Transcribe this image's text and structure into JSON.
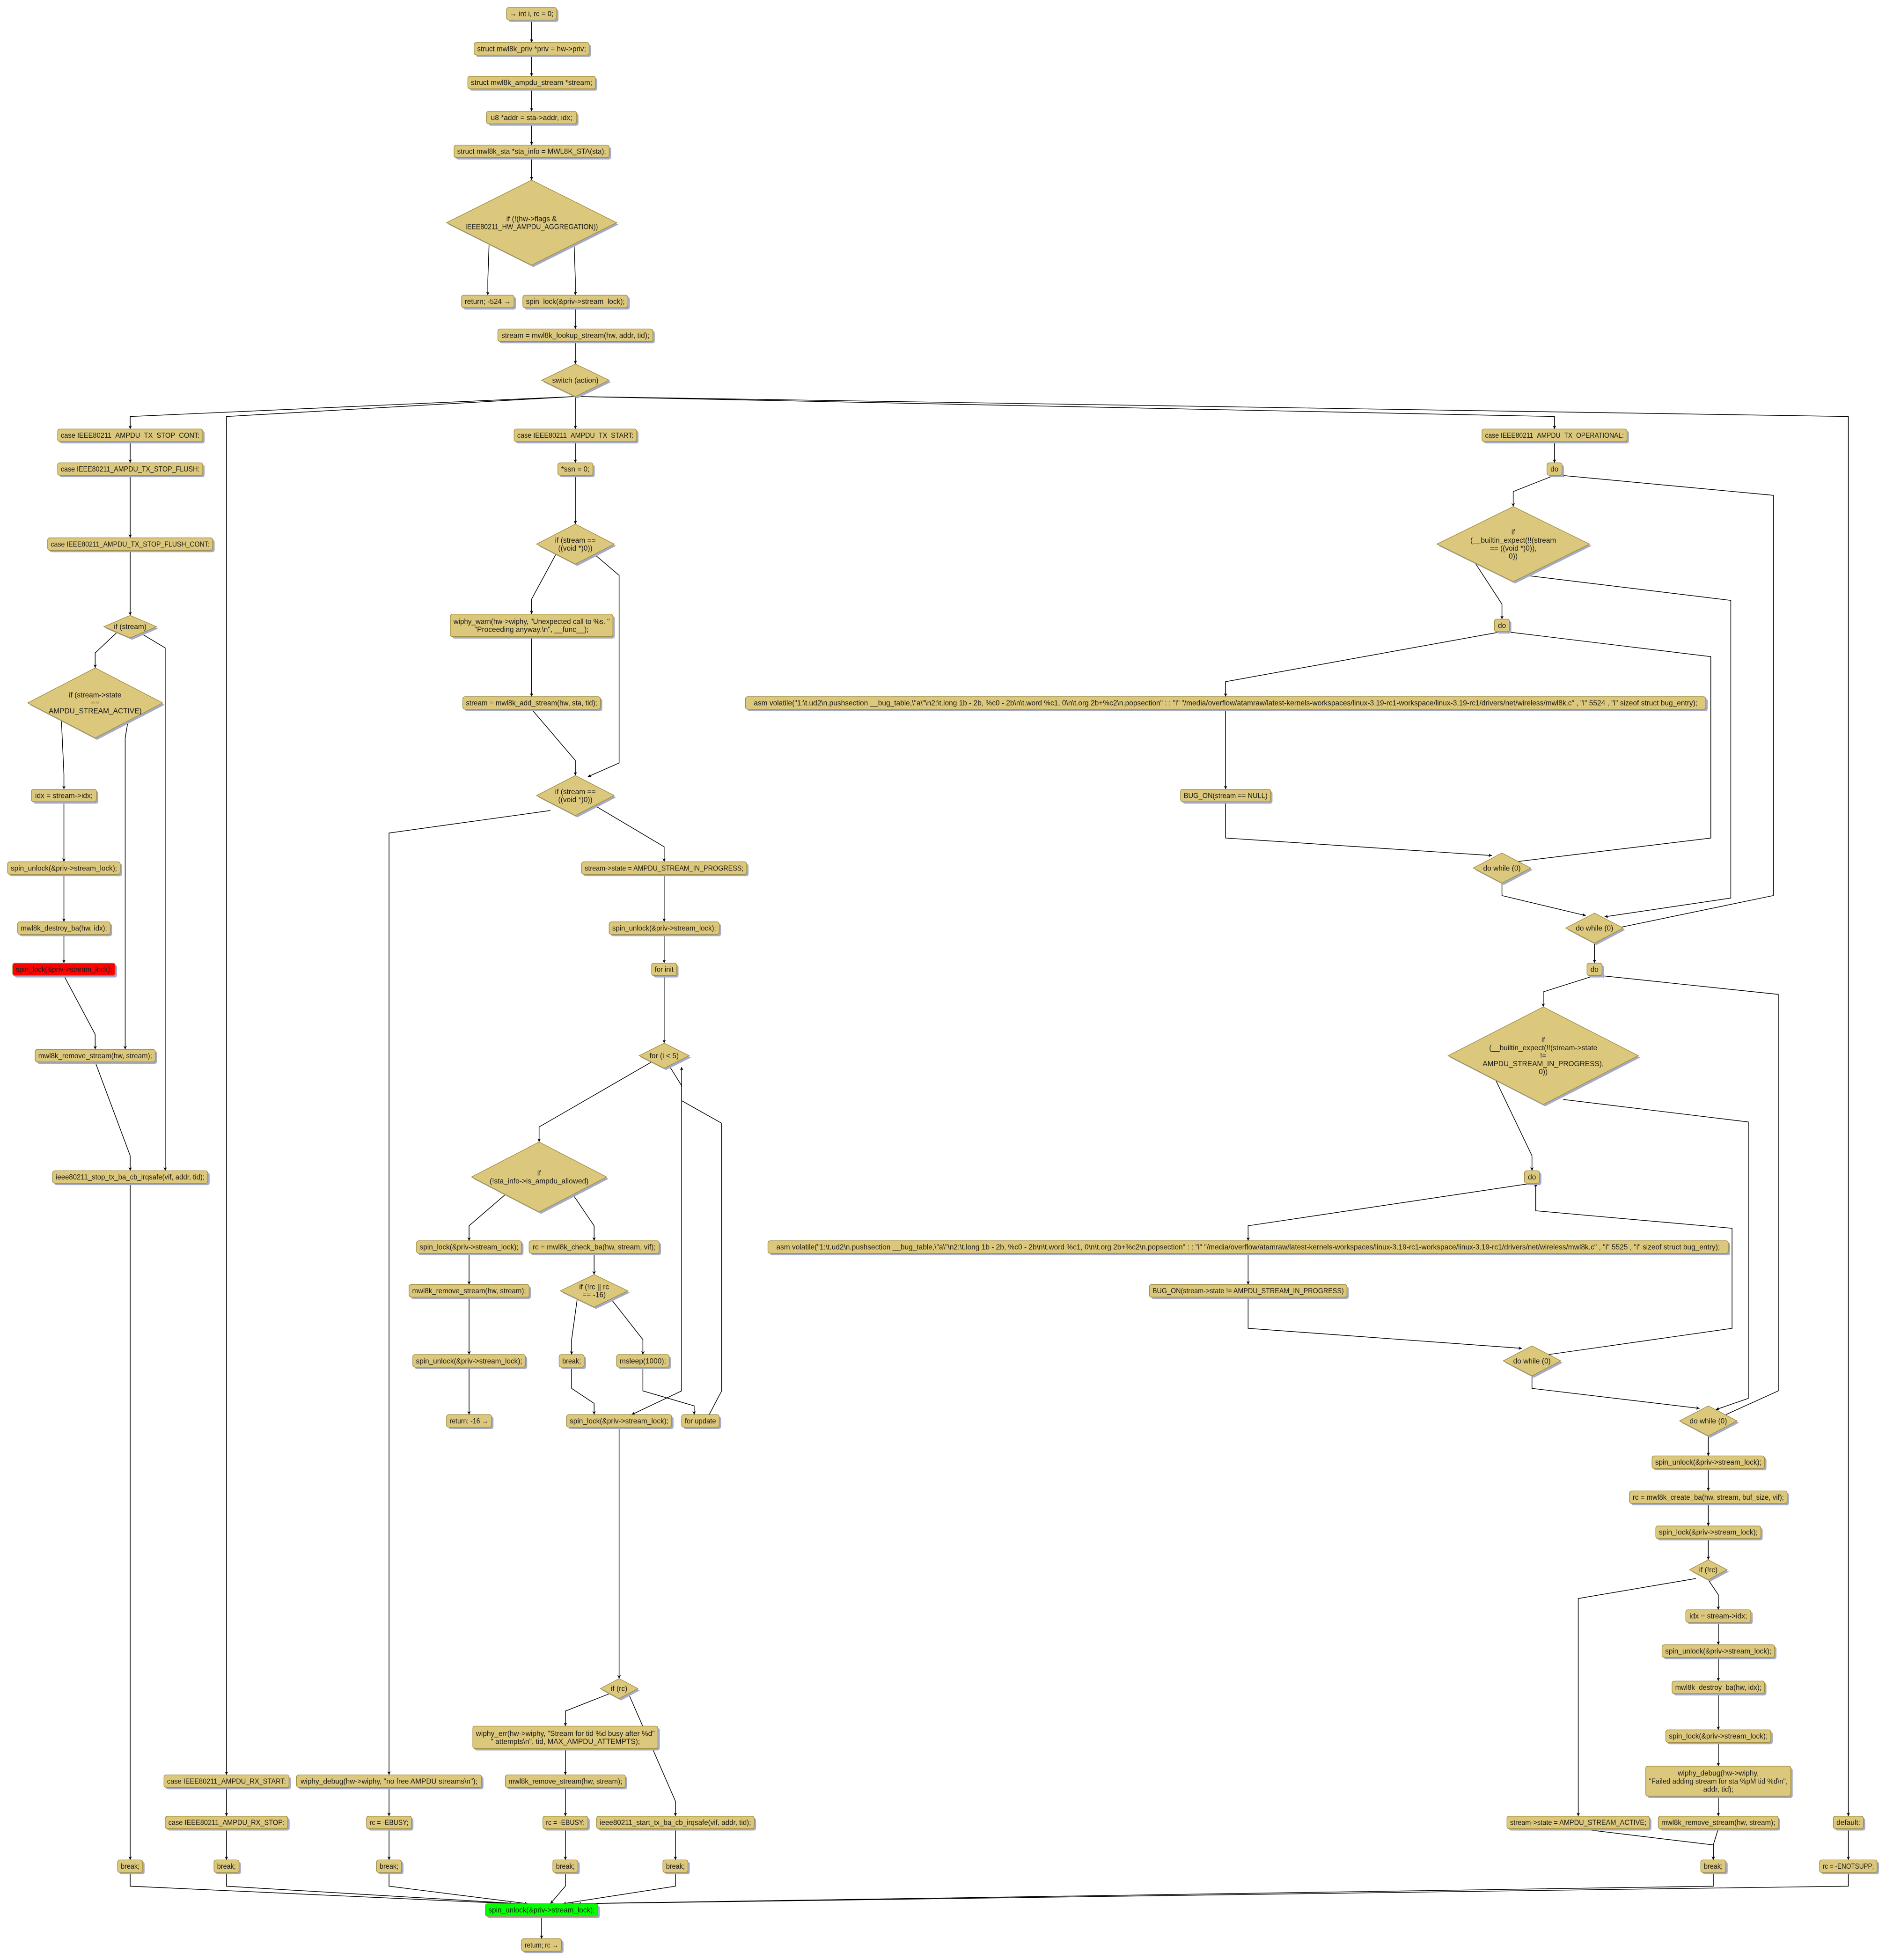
{
  "colors": {
    "node_fill": "#dcc87d",
    "node_stroke": "#a08a3a",
    "shadow": "#a3abc6",
    "error_fill": "#ff0000",
    "exit_fill": "#00ff00",
    "edge": "#000000"
  },
  "nodes": [
    {
      "id": "n1",
      "lines": [
        "→ int i, rc = 0;"
      ]
    },
    {
      "id": "n2",
      "lines": [
        "struct mwl8k_priv *priv = hw->priv;"
      ]
    },
    {
      "id": "n3",
      "lines": [
        "struct mwl8k_ampdu_stream *stream;"
      ]
    },
    {
      "id": "n4",
      "lines": [
        "u8 *addr = sta->addr, idx;"
      ]
    },
    {
      "id": "n5",
      "lines": [
        "struct mwl8k_sta *sta_info = MWL8K_STA(sta);"
      ]
    },
    {
      "id": "d1",
      "lines": [
        "if (!(hw->flags &",
        "IEEE80211_HW_AMPDU_AGGREGATION))"
      ]
    },
    {
      "id": "n6",
      "lines": [
        "return; -524 →"
      ]
    },
    {
      "id": "n7",
      "lines": [
        "spin_lock(&priv->stream_lock);"
      ]
    },
    {
      "id": "n8",
      "lines": [
        "stream = mwl8k_lookup_stream(hw, addr, tid);"
      ]
    },
    {
      "id": "d2",
      "lines": [
        "switch (action)"
      ]
    },
    {
      "id": "n9",
      "lines": [
        "case IEEE80211_AMPDU_TX_STOP_CONT:"
      ]
    },
    {
      "id": "n10",
      "lines": [
        "case IEEE80211_AMPDU_TX_STOP_FLUSH:"
      ]
    },
    {
      "id": "n11",
      "lines": [
        "case IEEE80211_AMPDU_TX_STOP_FLUSH_CONT:"
      ]
    },
    {
      "id": "d3",
      "lines": [
        "if (stream)"
      ]
    },
    {
      "id": "d4",
      "lines": [
        "if (stream->state",
        "==",
        "AMPDU_STREAM_ACTIVE)"
      ]
    },
    {
      "id": "n12",
      "lines": [
        "idx = stream->idx;"
      ]
    },
    {
      "id": "n13",
      "lines": [
        "spin_unlock(&priv->stream_lock);"
      ]
    },
    {
      "id": "n14",
      "lines": [
        "mwl8k_destroy_ba(hw, idx);"
      ]
    },
    {
      "id": "n15",
      "lines": [
        "spin_lock(&priv->stream_lock);"
      ],
      "highlight": "error"
    },
    {
      "id": "n16",
      "lines": [
        "mwl8k_remove_stream(hw, stream);"
      ]
    },
    {
      "id": "n17",
      "lines": [
        "ieee80211_stop_tx_ba_cb_irqsafe(vif, addr, tid);"
      ]
    },
    {
      "id": "n18",
      "lines": [
        "break;"
      ]
    },
    {
      "id": "n19",
      "lines": [
        "case IEEE80211_AMPDU_RX_START:"
      ]
    },
    {
      "id": "n20",
      "lines": [
        "case IEEE80211_AMPDU_RX_STOP:"
      ]
    },
    {
      "id": "n21",
      "lines": [
        "break;"
      ]
    },
    {
      "id": "n22",
      "lines": [
        "case IEEE80211_AMPDU_TX_START:"
      ]
    },
    {
      "id": "n23",
      "lines": [
        "*ssn = 0;"
      ]
    },
    {
      "id": "d5",
      "lines": [
        "if (stream ==",
        "((void *)0))"
      ]
    },
    {
      "id": "n24",
      "lines": [
        "wiphy_warn(hw->wiphy, \"Unexpected call to %s.  \"",
        "\"Proceeding anyway.\\n\", __func__);"
      ]
    },
    {
      "id": "n25",
      "lines": [
        "stream = mwl8k_add_stream(hw, sta, tid);"
      ]
    },
    {
      "id": "d6",
      "lines": [
        "if (stream ==",
        "((void *)0))"
      ]
    },
    {
      "id": "n26",
      "lines": [
        "stream->state = AMPDU_STREAM_IN_PROGRESS;"
      ]
    },
    {
      "id": "n27",
      "lines": [
        "spin_unlock(&priv->stream_lock);"
      ]
    },
    {
      "id": "n28",
      "lines": [
        "for init"
      ]
    },
    {
      "id": "d7",
      "lines": [
        "for (i < 5)"
      ]
    },
    {
      "id": "d8",
      "lines": [
        "if",
        "(!sta_info->is_ampdu_allowed)"
      ]
    },
    {
      "id": "n29",
      "lines": [
        "spin_lock(&priv->stream_lock);"
      ]
    },
    {
      "id": "n30",
      "lines": [
        "rc = mwl8k_check_ba(hw, stream, vif);"
      ]
    },
    {
      "id": "n31",
      "lines": [
        "mwl8k_remove_stream(hw, stream);"
      ]
    },
    {
      "id": "d9",
      "lines": [
        "if (!rc || rc",
        "== -16)"
      ]
    },
    {
      "id": "n32",
      "lines": [
        "spin_unlock(&priv->stream_lock);"
      ]
    },
    {
      "id": "n33",
      "lines": [
        "break;"
      ]
    },
    {
      "id": "n34",
      "lines": [
        "msleep(1000);"
      ]
    },
    {
      "id": "n35",
      "lines": [
        "return; -16 →"
      ]
    },
    {
      "id": "n36",
      "lines": [
        "spin_lock(&priv->stream_lock);"
      ]
    },
    {
      "id": "n37",
      "lines": [
        "for update"
      ]
    },
    {
      "id": "d10",
      "lines": [
        "if (rc)"
      ]
    },
    {
      "id": "n38",
      "lines": [
        "wiphy_err(hw->wiphy, \"Stream for tid %d busy after %d\"",
        "\" attempts\\n\", tid, MAX_AMPDU_ATTEMPTS);"
      ]
    },
    {
      "id": "n39",
      "lines": [
        "wiphy_debug(hw->wiphy, \"no free AMPDU streams\\n\");"
      ]
    },
    {
      "id": "n40",
      "lines": [
        "mwl8k_remove_stream(hw, stream);"
      ]
    },
    {
      "id": "n41",
      "lines": [
        "rc = -EBUSY;"
      ]
    },
    {
      "id": "n42",
      "lines": [
        "rc = -EBUSY;"
      ]
    },
    {
      "id": "n43",
      "lines": [
        "ieee80211_start_tx_ba_cb_irqsafe(vif, addr, tid);"
      ]
    },
    {
      "id": "n44",
      "lines": [
        "break;"
      ]
    },
    {
      "id": "n45",
      "lines": [
        "break;"
      ]
    },
    {
      "id": "n46",
      "lines": [
        "break;"
      ]
    },
    {
      "id": "n47",
      "lines": [
        "spin_unlock(&priv->stream_lock);"
      ],
      "highlight": "exit"
    },
    {
      "id": "n48",
      "lines": [
        "return; rc →"
      ]
    },
    {
      "id": "n49",
      "lines": [
        "case IEEE80211_AMPDU_TX_OPERATIONAL:"
      ]
    },
    {
      "id": "n50",
      "lines": [
        "do"
      ]
    },
    {
      "id": "d11",
      "lines": [
        "if",
        "(__builtin_expect(!!(stream",
        "== ((void *)0)),",
        "0))"
      ]
    },
    {
      "id": "n51",
      "lines": [
        "do"
      ]
    },
    {
      "id": "n52",
      "lines": [
        "asm volatile(\"1:\\t.ud2\\n.pushsection __bug_table,\\\"a\\\"\\n2:\\t.long 1b - 2b, %c0 - 2b\\n\\t.word %c1, 0\\n\\t.org 2b+%c2\\n.popsection\" : : \"i\" \"/media/overflow/atamraw/latest-kernels-workspaces/linux-3.19-rc1-workspace/linux-3.19-rc1/drivers/net/wireless/mwl8k.c\" , \"i\" 5524 , \"i\" sizeof struct bug_entry);"
      ]
    },
    {
      "id": "n53",
      "lines": [
        "BUG_ON(stream == NULL)"
      ]
    },
    {
      "id": "d12",
      "lines": [
        "do while (0)"
      ]
    },
    {
      "id": "d13",
      "lines": [
        "do while (0)"
      ]
    },
    {
      "id": "n54",
      "lines": [
        "do"
      ]
    },
    {
      "id": "d14",
      "lines": [
        "if",
        "(__builtin_expect(!!(stream->state",
        "!=",
        "AMPDU_STREAM_IN_PROGRESS),",
        "0))"
      ]
    },
    {
      "id": "n55",
      "lines": [
        "do"
      ]
    },
    {
      "id": "n56",
      "lines": [
        "asm volatile(\"1:\\t.ud2\\n.pushsection __bug_table,\\\"a\\\"\\n2:\\t.long 1b - 2b, %c0 - 2b\\n\\t.word %c1, 0\\n\\t.org 2b+%c2\\n.popsection\" : : \"i\" \"/media/overflow/atamraw/latest-kernels-workspaces/linux-3.19-rc1-workspace/linux-3.19-rc1/drivers/net/wireless/mwl8k.c\" , \"i\" 5525 , \"i\" sizeof struct bug_entry);"
      ]
    },
    {
      "id": "n57",
      "lines": [
        "BUG_ON(stream->state != AMPDU_STREAM_IN_PROGRESS)"
      ]
    },
    {
      "id": "d15",
      "lines": [
        "do while (0)"
      ]
    },
    {
      "id": "d16",
      "lines": [
        "do while (0)"
      ]
    },
    {
      "id": "n58",
      "lines": [
        "spin_unlock(&priv->stream_lock);"
      ]
    },
    {
      "id": "n59",
      "lines": [
        "rc = mwl8k_create_ba(hw, stream, buf_size, vif);"
      ]
    },
    {
      "id": "n60",
      "lines": [
        "spin_lock(&priv->stream_lock);"
      ]
    },
    {
      "id": "d17",
      "lines": [
        "if (!rc)"
      ]
    },
    {
      "id": "n61",
      "lines": [
        "idx = stream->idx;"
      ]
    },
    {
      "id": "n62",
      "lines": [
        "spin_unlock(&priv->stream_lock);"
      ]
    },
    {
      "id": "n63",
      "lines": [
        "mwl8k_destroy_ba(hw, idx);"
      ]
    },
    {
      "id": "n64",
      "lines": [
        "spin_lock(&priv->stream_lock);"
      ]
    },
    {
      "id": "n65",
      "lines": [
        "wiphy_debug(hw->wiphy,",
        "\"Failed adding stream for sta %pM tid %d\\n\",",
        "addr, tid);"
      ]
    },
    {
      "id": "n66",
      "lines": [
        "stream->state = AMPDU_STREAM_ACTIVE;"
      ]
    },
    {
      "id": "n67",
      "lines": [
        "mwl8k_remove_stream(hw, stream);"
      ]
    },
    {
      "id": "n68",
      "lines": [
        "break;"
      ]
    },
    {
      "id": "n69",
      "lines": [
        "default:"
      ]
    },
    {
      "id": "n70",
      "lines": [
        "rc = -ENOTSUPP;"
      ]
    }
  ]
}
